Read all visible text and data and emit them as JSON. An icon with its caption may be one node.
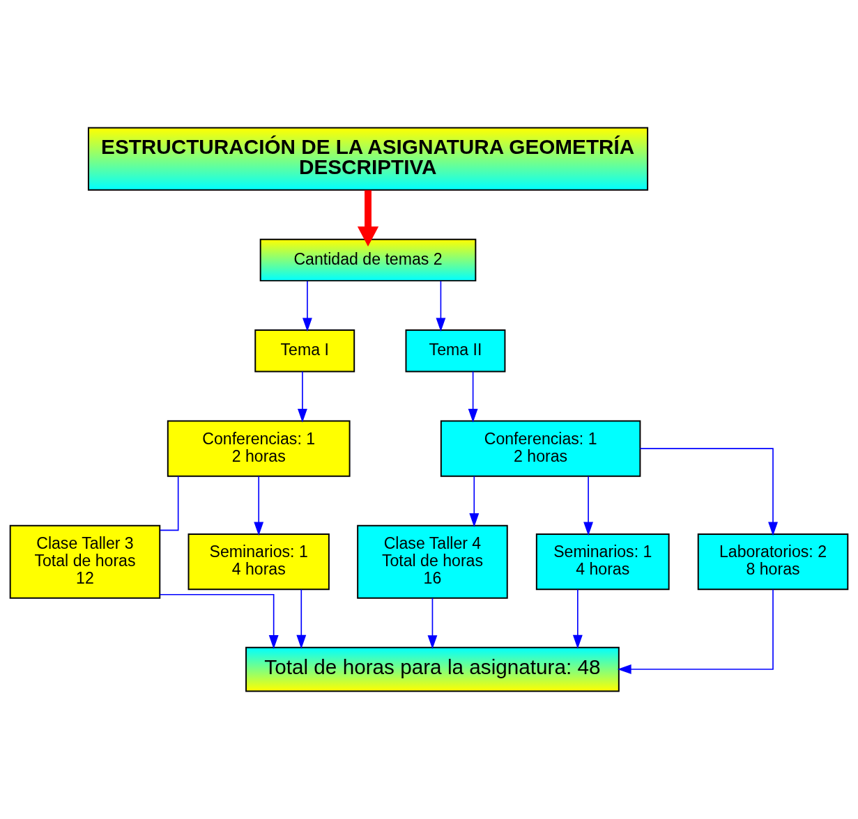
{
  "diagram": {
    "nodes": [
      {
        "text": [
          "ESTRUCTURACIÓN DE LA ASIGNATURA GEOMETRÍA DESCRIPTIVA"
        ]
      },
      {
        "text": [
          "Cantidad de temas 2"
        ]
      },
      {
        "text": [
          "Tema I"
        ]
      },
      {
        "text": [
          "Tema II"
        ]
      },
      {
        "text": [
          "Conferencias: 1 2 horas"
        ]
      },
      {
        "text": [
          "Conferencias: 1 2 horas"
        ]
      },
      {
        "text": [
          "Clase Taller 3 Total de horas 12"
        ]
      },
      {
        "text": [
          "Seminarios: 1 4 horas"
        ]
      },
      {
        "text": [
          "Clase Taller 4 Total de horas 16"
        ]
      },
      {
        "text": [
          "Seminarios: 1 4 horas"
        ]
      },
      {
        "text": [
          "Laboratorios: 2 8 horas"
        ]
      },
      {
        "text": [
          "Total de horas para la asignatura: 48"
        ]
      }
    ],
    "edges": [
      {
        "from": 0,
        "to": 1,
        "arrow": "to",
        "style": "thick",
        "color": "#ff0000"
      },
      {
        "from": 1,
        "to": 2,
        "arrow": "to"
      },
      {
        "from": 1,
        "to": 3,
        "arrow": "to"
      },
      {
        "from": 2,
        "to": 4,
        "arrow": "to"
      },
      {
        "from": 3,
        "to": 5,
        "arrow": "to"
      },
      {
        "from": 4,
        "to": 6,
        "arrow": "none"
      },
      {
        "from": 4,
        "to": 7,
        "arrow": "to"
      },
      {
        "from": 5,
        "to": 8,
        "arrow": "to"
      },
      {
        "from": 5,
        "to": 9,
        "arrow": "to"
      },
      {
        "from": 5,
        "to": 10,
        "arrow": "to"
      },
      {
        "from": 6,
        "to": 11,
        "arrow": "to"
      },
      {
        "from": 7,
        "to": 11,
        "arrow": "to"
      },
      {
        "from": 8,
        "to": 11,
        "arrow": "to"
      },
      {
        "from": 9,
        "to": 11,
        "arrow": "to"
      },
      {
        "from": 10,
        "to": 11,
        "arrow": "to"
      }
    ]
  }
}
